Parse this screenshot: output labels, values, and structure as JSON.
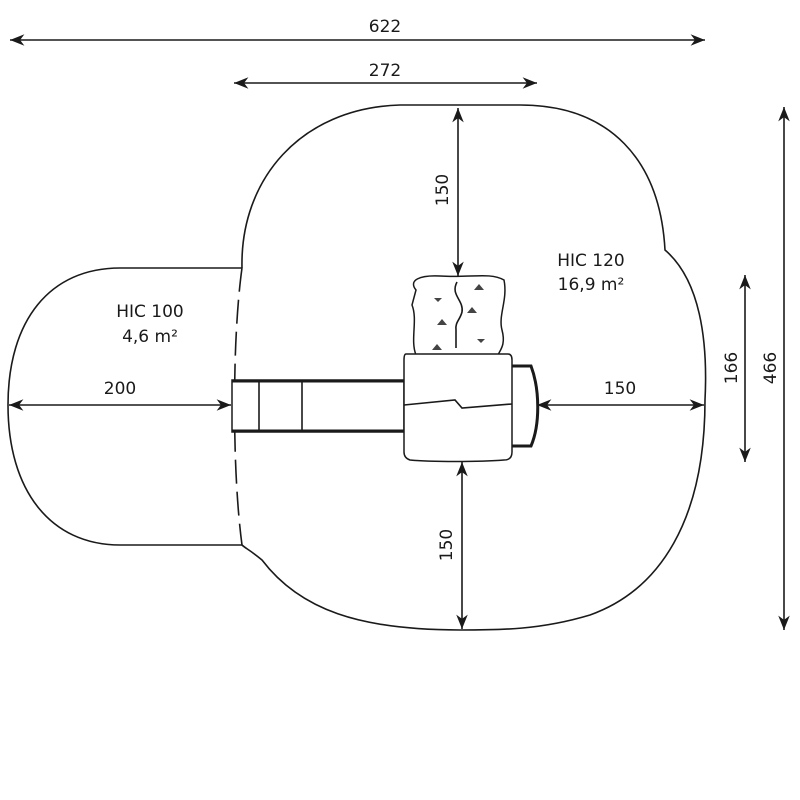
{
  "dimensions": {
    "total_width": "622",
    "equipment_width": "272",
    "top_clearance": "150",
    "bottom_clearance": "150",
    "left_clearance": "200",
    "right_clearance": "150",
    "equipment_depth": "166",
    "total_depth": "466"
  },
  "zones": {
    "main": {
      "hic": "HIC 120",
      "area": "16,9 m²"
    },
    "slide": {
      "hic": "HIC 100",
      "area": "4,6 m²"
    }
  },
  "colors": {
    "line": "#1a1a1a",
    "background": "#ffffff"
  }
}
